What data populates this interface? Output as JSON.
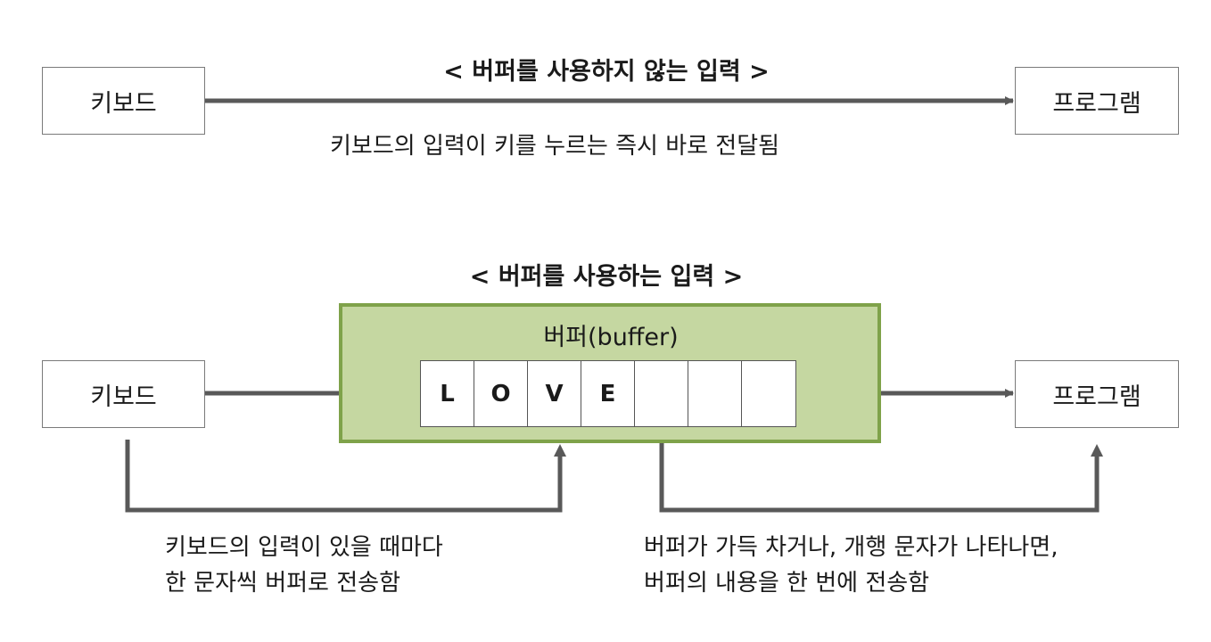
{
  "top": {
    "title": "< 버퍼를 사용하지 않는 입력 >",
    "source": "키보드",
    "target": "프로그램",
    "caption": "키보드의 입력이 키를 누르는 즉시 바로 전달됨"
  },
  "bottom": {
    "title": "< 버퍼를 사용하는 입력 >",
    "source": "키보드",
    "target": "프로그램",
    "buffer_label": "버퍼(buffer)",
    "cells": [
      "L",
      "O",
      "V",
      "E",
      "",
      "",
      ""
    ],
    "caption_left": [
      "키보드의 입력이 있을 때마다",
      "한 문자씩 버퍼로 전송함"
    ],
    "caption_right": [
      "버퍼가 가득 차거나, 개행 문자가 나타나면,",
      "버퍼의 내용을 한 번에 전송함"
    ]
  },
  "colors": {
    "arrow": "#595959",
    "buffer_fill": "#c5d7a1",
    "buffer_border": "#7fa24a"
  }
}
